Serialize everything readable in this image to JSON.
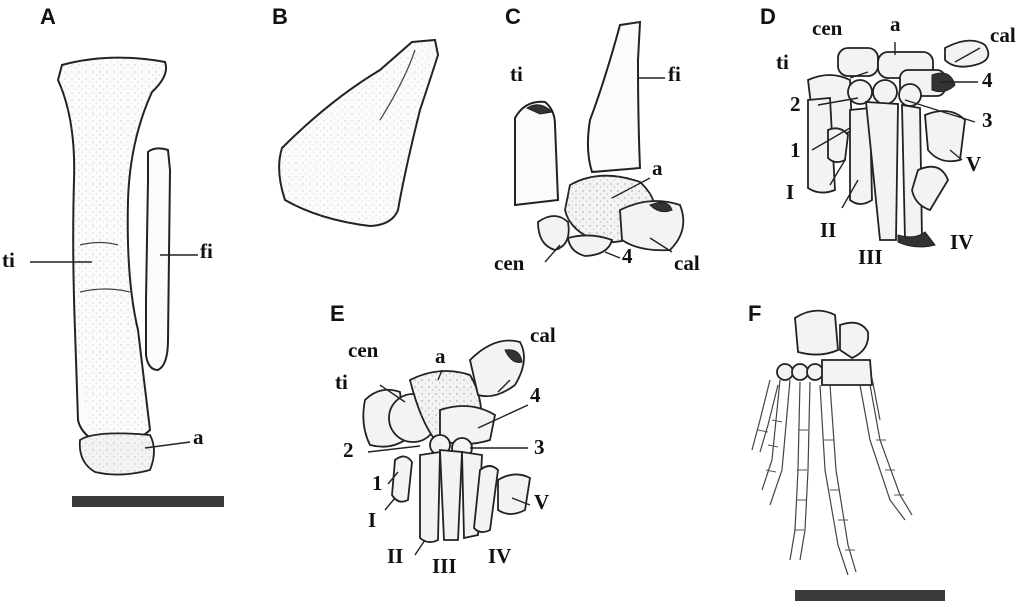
{
  "panels": {
    "A": "A",
    "B": "B",
    "C": "C",
    "D": "D",
    "E": "E",
    "F": "F"
  },
  "labels": {
    "A": {
      "ti": "ti",
      "fi": "fi",
      "a": "a"
    },
    "C": {
      "ti": "ti",
      "fi": "fi",
      "a": "a",
      "cen": "cen",
      "n4": "4",
      "cal": "cal"
    },
    "D": {
      "cen": "cen",
      "a": "a",
      "cal": "cal",
      "ti": "ti",
      "n4": "4",
      "n2": "2",
      "n3": "3",
      "n1": "1",
      "I": "I",
      "V": "V",
      "II": "II",
      "III": "III",
      "IV": "IV"
    },
    "E": {
      "a": "a",
      "cal": "cal",
      "cen": "cen",
      "ti": "ti",
      "n4": "4",
      "n2": "2",
      "n3": "3",
      "n1": "1",
      "V": "V",
      "I": "I",
      "II": "II",
      "III": "III",
      "IV": "IV"
    }
  }
}
